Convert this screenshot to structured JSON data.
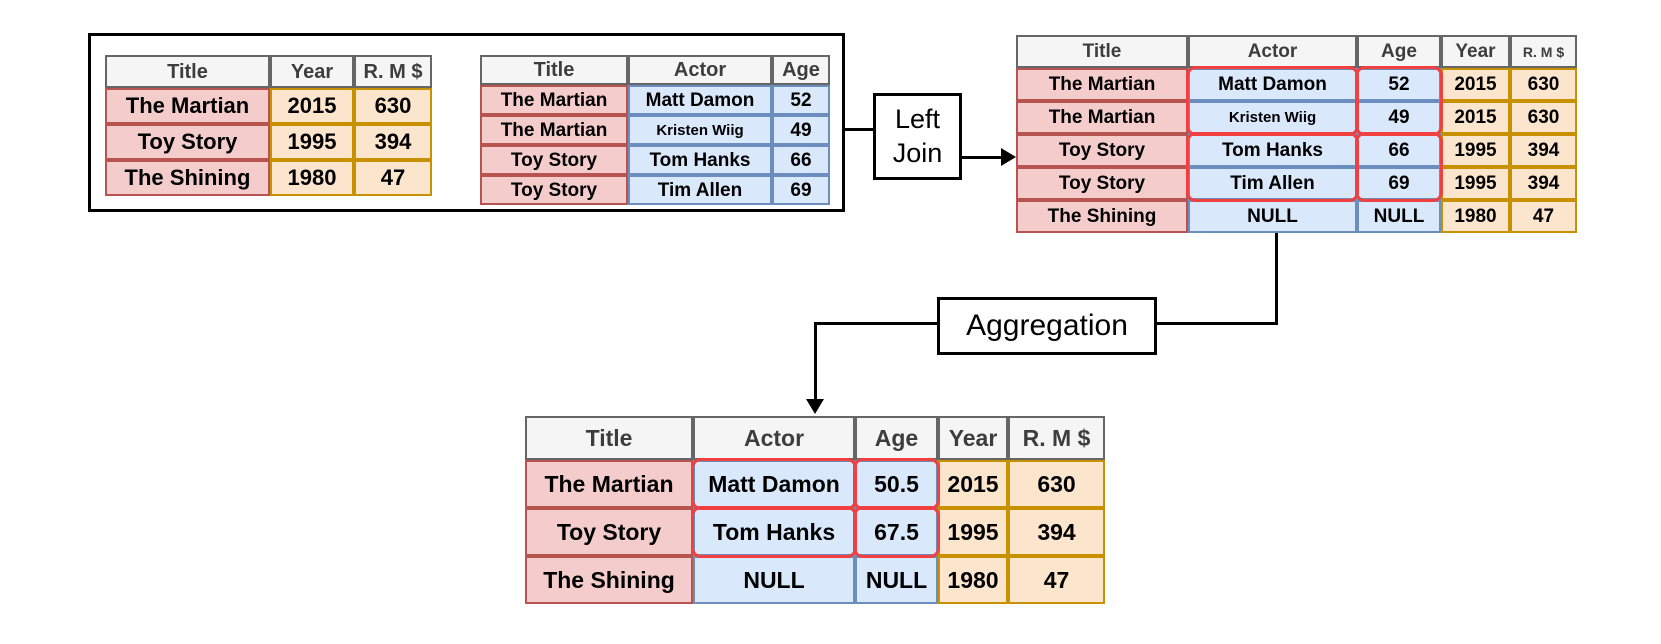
{
  "palette": {
    "canvas_bg": "#ffffff",
    "pink_fill": "#F4CCCC",
    "pink_stroke": "#B85450",
    "blue_fill": "#DAE8FC",
    "blue_stroke": "#6C8EBF",
    "orange_fill": "#FCE5CD",
    "orange_stroke": "#C79100",
    "header_fill": "#F5F5F5",
    "header_stroke": "#666666",
    "header_text": "#3D3D3D",
    "cell_text": "#000000",
    "highlight_red": "#F23F3F",
    "line_black": "#000000"
  },
  "boxes": {
    "left_join": {
      "line1": "Left",
      "line2": "Join"
    },
    "aggregation": {
      "label": "Aggregation"
    }
  },
  "tables": {
    "movies": {
      "headers": [
        "Title",
        "Year",
        "R. M $"
      ],
      "rows": [
        [
          "The Martian",
          "2015",
          "630"
        ],
        [
          "Toy Story",
          "1995",
          "394"
        ],
        [
          "The Shining",
          "1980",
          "47"
        ]
      ]
    },
    "actors": {
      "headers": [
        "Title",
        "Actor",
        "Age"
      ],
      "rows": [
        [
          "The Martian",
          "Matt Damon",
          "52"
        ],
        [
          "The Martian",
          "Kristen Wiig",
          "49"
        ],
        [
          "Toy Story",
          "Tom Hanks",
          "66"
        ],
        [
          "Toy Story",
          "Tim Allen",
          "69"
        ]
      ]
    },
    "joined": {
      "headers": [
        "Title",
        "Actor",
        "Age",
        "Year",
        "R. M $"
      ],
      "rows": [
        [
          "The Martian",
          "Matt Damon",
          "52",
          "2015",
          "630"
        ],
        [
          "The Martian",
          "Kristen Wiig",
          "49",
          "2015",
          "630"
        ],
        [
          "Toy Story",
          "Tom Hanks",
          "66",
          "1995",
          "394"
        ],
        [
          "Toy Story",
          "Tim Allen",
          "69",
          "1995",
          "394"
        ],
        [
          "The Shining",
          "NULL",
          "NULL",
          "1980",
          "47"
        ]
      ],
      "join_highlights": [
        {
          "col": 1,
          "row_start": 0,
          "row_end": 1
        },
        {
          "col": 2,
          "row_start": 0,
          "row_end": 1
        },
        {
          "col": 1,
          "row_start": 2,
          "row_end": 3
        },
        {
          "col": 2,
          "row_start": 2,
          "row_end": 3
        }
      ]
    },
    "aggregated": {
      "headers": [
        "Title",
        "Actor",
        "Age",
        "Year",
        "R. M $"
      ],
      "rows": [
        [
          "The Martian",
          "Matt Damon",
          "50.5",
          "2015",
          "630"
        ],
        [
          "Toy Story",
          "Tom Hanks",
          "67.5",
          "1995",
          "394"
        ],
        [
          "The Shining",
          "NULL",
          "NULL",
          "1980",
          "47"
        ]
      ],
      "join_highlights": [
        {
          "col": 1,
          "row_start": 0,
          "row_end": 0
        },
        {
          "col": 2,
          "row_start": 0,
          "row_end": 0
        },
        {
          "col": 1,
          "row_start": 1,
          "row_end": 1
        },
        {
          "col": 2,
          "row_start": 1,
          "row_end": 1
        }
      ]
    }
  }
}
